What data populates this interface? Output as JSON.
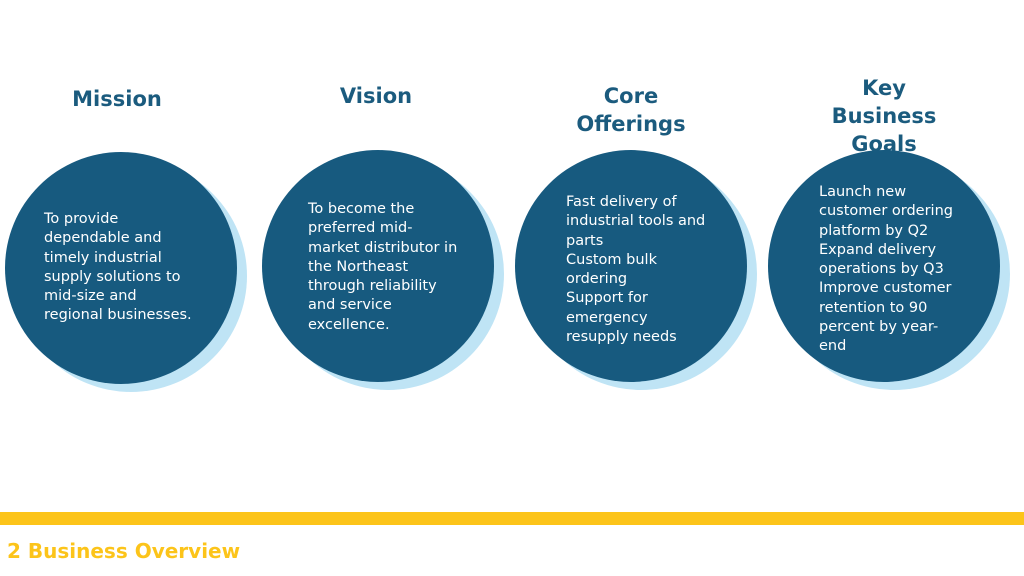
{
  "sections": [
    {
      "heading": "Mission",
      "text": "To provide\ndependable and\ntimely industrial\nsupply solutions to\nmid-size and\nregional businesses."
    },
    {
      "heading": "Vision",
      "text": "To become the\npreferred mid-\nmarket distributor in\nthe Northeast\nthrough reliability\nand service\nexcellence."
    },
    {
      "heading": "Core\nOfferings",
      "text": "Fast delivery of\nindustrial tools and\nparts\nCustom bulk\nordering\nSupport for\nemergency\nresupply needs"
    },
    {
      "heading": "Key Business\nGoals",
      "text": "Launch new\ncustomer ordering\nplatform by Q2\nExpand delivery\noperations by Q3\nImprove customer\nretention to 90\npercent by year-\nend"
    }
  ],
  "footer": {
    "title": "2 Business Overview"
  },
  "colors": {
    "heading": "#1b5b7e",
    "circle": "#175a7f",
    "circle_shadow": "#bfe4f5",
    "accent": "#fcc41a"
  }
}
